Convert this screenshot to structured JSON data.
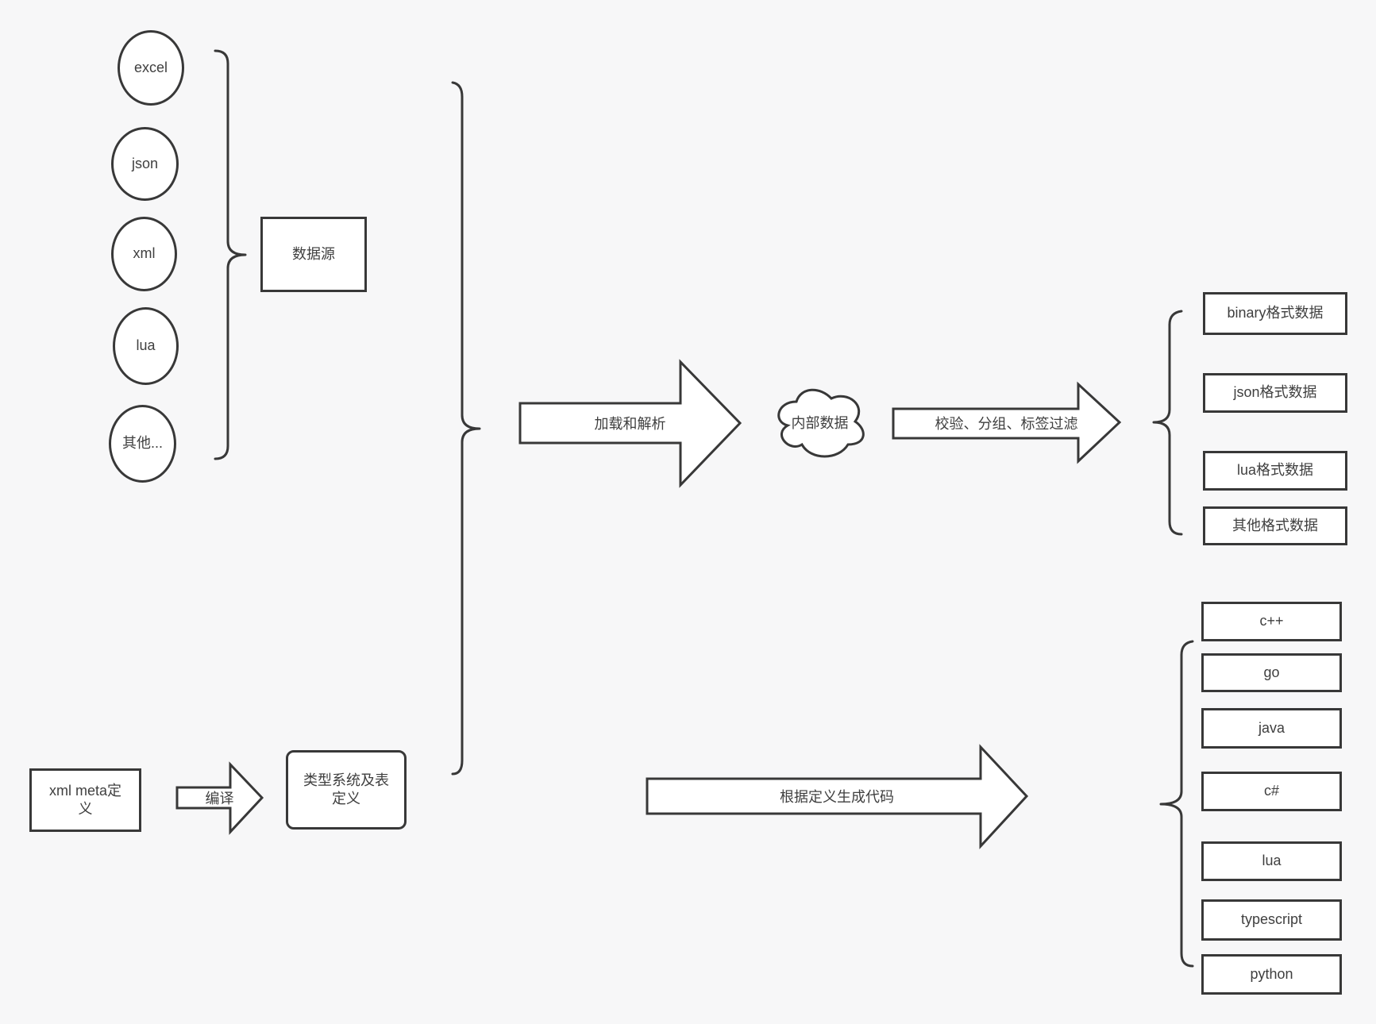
{
  "canvas": {
    "background": "#f7f7f8",
    "stroke_color": "#383838",
    "node_fill": "#ffffff",
    "text_color": "#3f3f3f"
  },
  "sources": {
    "group_label": "数据源",
    "items": [
      {
        "label": "excel"
      },
      {
        "label": "json"
      },
      {
        "label": "xml"
      },
      {
        "label": "lua"
      },
      {
        "label": "其他..."
      }
    ]
  },
  "pipeline": {
    "load_arrow_label": "加载和解析",
    "internal_data_label": "内部数据",
    "filter_arrow_label": "校验、分组、标签过滤",
    "format_outputs": [
      {
        "label": "binary格式数据"
      },
      {
        "label": "json格式数据"
      },
      {
        "label": "lua格式数据"
      },
      {
        "label": "其他格式数据"
      }
    ]
  },
  "meta_flow": {
    "xml_meta_label": "xml meta定义",
    "compile_arrow_label": "编译",
    "type_system_label": "类型系统及表定义",
    "codegen_arrow_label": "根据定义生成代码",
    "language_outputs": [
      {
        "label": "c++"
      },
      {
        "label": "go"
      },
      {
        "label": "java"
      },
      {
        "label": "c#"
      },
      {
        "label": "lua"
      },
      {
        "label": "typescript"
      },
      {
        "label": "python"
      }
    ]
  }
}
